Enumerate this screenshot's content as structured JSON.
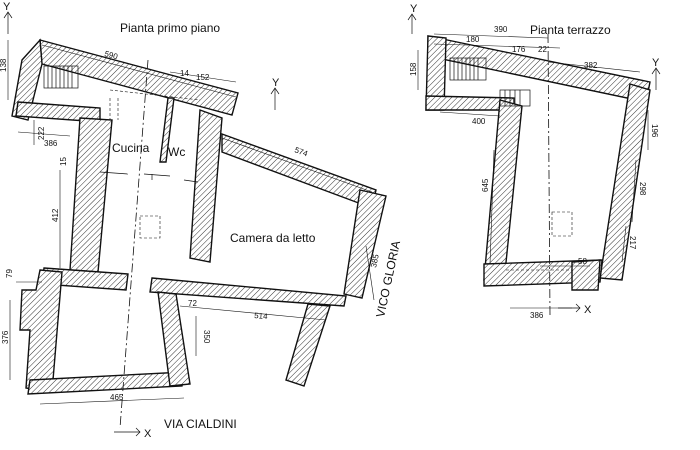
{
  "titles": {
    "first_floor": "Pianta primo piano",
    "terrace": "Pianta terrazzo"
  },
  "rooms": {
    "kitchen": "Cucina",
    "wc": "Wc",
    "bedroom": "Camera da letto"
  },
  "streets": {
    "cialdini": "VIA CIALDINI",
    "gloria": "VICO GLORIA"
  },
  "axes": {
    "y": "Y",
    "x": "X"
  },
  "dims_first_floor": {
    "d590": "590",
    "d14": "14",
    "d152": "152",
    "d574": "574",
    "d222": "222",
    "d386": "386",
    "d15": "15",
    "d412": "412",
    "d385": "385",
    "d79": "79",
    "d72": "72",
    "d514": "514",
    "d376": "376",
    "d350": "350",
    "d465": "465",
    "d138": "138"
  },
  "dims_terrace": {
    "d390": "390",
    "d180": "180",
    "d176": "176",
    "d22": "22",
    "d382": "382",
    "d158": "158",
    "d400": "400",
    "d196": "196",
    "d645": "645",
    "d298": "298",
    "d217": "217",
    "d58": "58",
    "d386": "386"
  }
}
